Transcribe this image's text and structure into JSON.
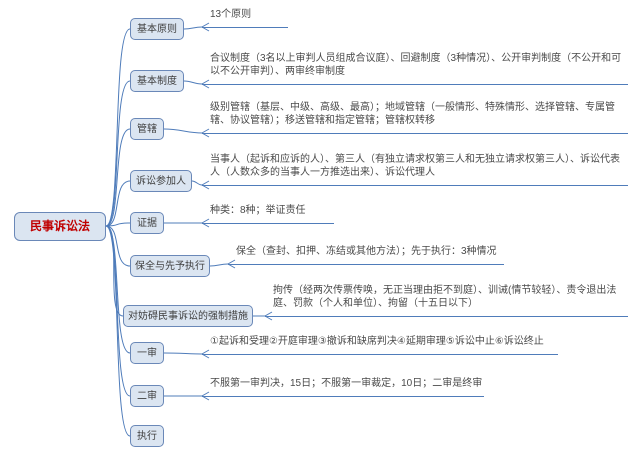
{
  "root": {
    "label": "民事诉讼法"
  },
  "branches": [
    {
      "label": "基本原则",
      "leaf": "13个原则"
    },
    {
      "label": "基本制度",
      "leaf": "合议制度（3名以上审判人员组成合议庭）、回避制度（3种情况）、公开审判制度（不公开和可以不公开审判）、两审终审制度"
    },
    {
      "label": "管辖",
      "leaf": "级别管辖（基层、中级、高级、最高）；地域管辖（一般情形、特殊情形、选择管辖、专属管辖、协议管辖）；移送管辖和指定管辖；管辖权转移"
    },
    {
      "label": "诉讼参加人",
      "leaf": "当事人（起诉和应诉的人）、第三人（有独立请求权第三人和无独立请求权第三人）、诉讼代表人（人数众多的当事人一方推选出来）、诉讼代理人"
    },
    {
      "label": "证据",
      "leaf": "种类：8种；举证责任"
    },
    {
      "label": "保全与先予执行",
      "leaf": "保全（查封、扣押、冻结或其他方法）；先于执行：3种情况"
    },
    {
      "label": "对妨碍民事诉讼的强制措施",
      "leaf": "拘传（经两次传票传唤，无正当理由拒不到庭）、训诫(情节较轻）、责令退出法庭、罚款（个人和单位）、拘留（十五日以下）"
    },
    {
      "label": "一审",
      "leaf": "①起诉和受理②开庭审理③撤诉和缺席判决④延期审理⑤诉讼中止⑥诉讼终止"
    },
    {
      "label": "二审",
      "leaf": "不服第一审判决，15日；不服第一审裁定，10日；二审是终审"
    },
    {
      "label": "执行",
      "leaf": ""
    }
  ],
  "colors": {
    "connector": "#4f7cba",
    "node_fill": "#dbe5f1",
    "node_border": "#6a88b8",
    "root_text": "#c00000",
    "leaf_text": "#4a4a4a",
    "background": "#ffffff"
  }
}
